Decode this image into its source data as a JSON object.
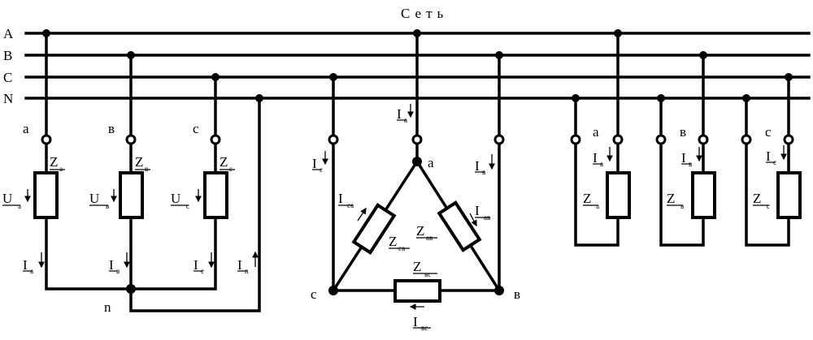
{
  "title": "Сеть",
  "buses": {
    "A": "A",
    "B": "B",
    "C": "C",
    "N": "N"
  },
  "star": {
    "nodes": {
      "a": "a",
      "b": "в",
      "c": "с",
      "n": "n"
    },
    "Z": {
      "sym": "Z",
      "a": "a",
      "b": "в",
      "c": "с"
    },
    "U": {
      "sym": "U",
      "a": "a",
      "b": "в",
      "c": "с"
    },
    "I": {
      "sym": "I",
      "a": "a",
      "b": "в",
      "c": "с",
      "n": "n"
    }
  },
  "delta": {
    "nodes": {
      "a": "a",
      "b": "в",
      "c": "с"
    },
    "I": {
      "sym": "I",
      "a": "a",
      "b": "в",
      "c": "с",
      "ca": "са",
      "ab": "ав",
      "bc": "вс"
    },
    "Z": {
      "sym": "Z",
      "ab": "ав",
      "bc": "вс",
      "ca": "са"
    }
  },
  "single": {
    "nodes": {
      "a": "a",
      "b": "в",
      "c": "с"
    },
    "I": {
      "sym": "I",
      "a": "a",
      "b": "в",
      "c": "с"
    },
    "Z": {
      "sym": "Z",
      "a": "a",
      "b": "в",
      "c": "с"
    }
  }
}
